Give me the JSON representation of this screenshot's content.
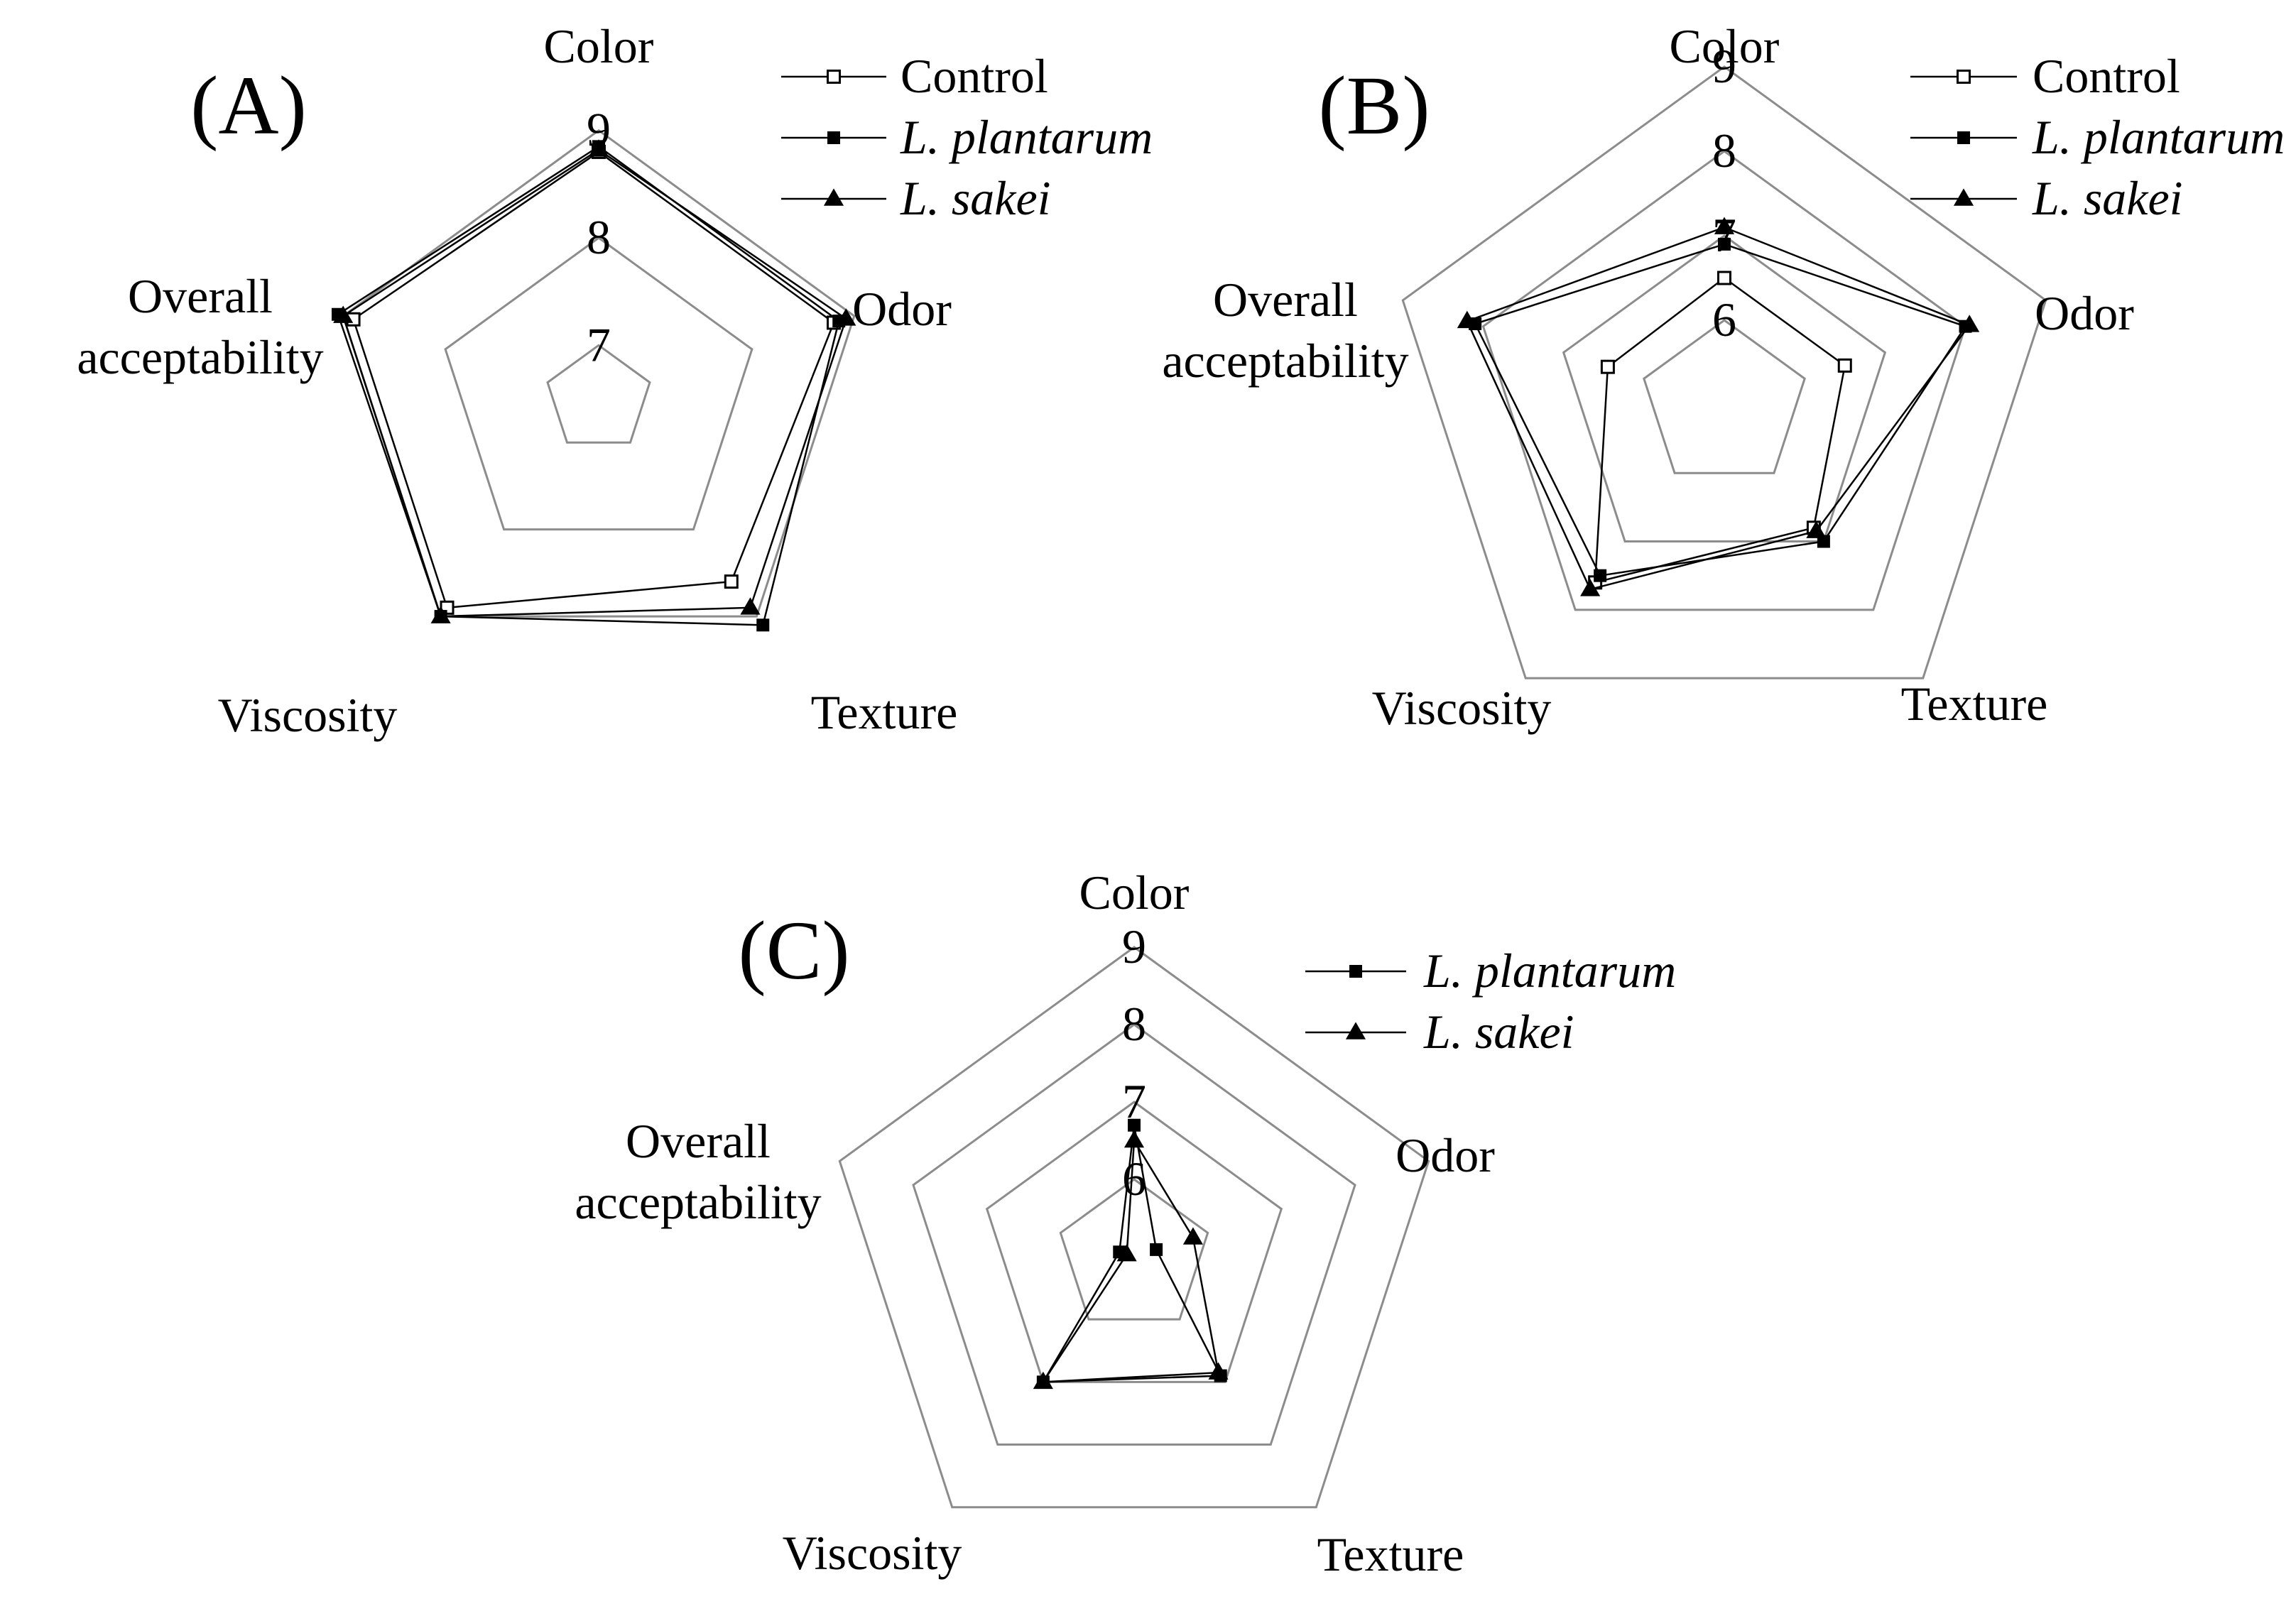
{
  "chart_data": [
    {
      "type": "radar",
      "title": "(A)",
      "axes": [
        "Color",
        "Odor",
        "Texture",
        "Viscosity",
        "Overall acceptability"
      ],
      "rlim": [
        6.5,
        9.5
      ],
      "grid_levels": [
        7,
        8,
        9
      ],
      "tick_labels": [
        "7",
        "8",
        "9"
      ],
      "legend_position": "top-right",
      "series": [
        {
          "name": "Control",
          "marker": "open-square",
          "values": [
            8.8,
            8.8,
            8.6,
            8.9,
            8.9
          ]
        },
        {
          "name": "L. plantarum",
          "marker": "filled-square",
          "values": [
            8.85,
            8.85,
            9.1,
            9.0,
            9.05
          ]
        },
        {
          "name": "L. sakei",
          "marker": "filled-triangle",
          "values": [
            8.82,
            8.92,
            8.9,
            9.0,
            9.0
          ]
        }
      ]
    },
    {
      "type": "radar",
      "title": "(B)",
      "axes": [
        "Color",
        "Odor",
        "Texture",
        "Viscosity",
        "Overall acceptability"
      ],
      "rlim": [
        5.0,
        9.0
      ],
      "grid_levels": [
        6,
        7,
        8,
        9
      ],
      "tick_labels": [
        "6",
        "7",
        "8",
        "9"
      ],
      "legend_position": "top-right",
      "series": [
        {
          "name": "Control",
          "marker": "open-square",
          "values": [
            6.5,
            6.5,
            6.8,
            7.6,
            6.45
          ]
        },
        {
          "name": "L. plantarum",
          "marker": "filled-square",
          "values": [
            6.9,
            8.0,
            7.0,
            7.5,
            8.1
          ]
        },
        {
          "name": "L. sakei",
          "marker": "filled-triangle",
          "values": [
            7.1,
            8.05,
            6.85,
            7.7,
            8.2
          ]
        }
      ]
    },
    {
      "type": "radar",
      "title": "(C)",
      "axes": [
        "Color",
        "Odor",
        "Texture",
        "Viscosity",
        "Overall acceptability"
      ],
      "rlim": [
        5.0,
        9.0
      ],
      "grid_levels": [
        6,
        7,
        8,
        9
      ],
      "tick_labels": [
        "6",
        "7",
        "8",
        "9"
      ],
      "legend_position": "top-right",
      "series": [
        {
          "name": "L. plantarum",
          "marker": "filled-square",
          "values": [
            6.7,
            5.3,
            6.9,
            7.0,
            5.2
          ]
        },
        {
          "name": "L. sakei",
          "marker": "filled-triangle",
          "values": [
            6.5,
            5.8,
            6.85,
            7.0,
            5.1
          ]
        }
      ]
    }
  ],
  "colors": {
    "grid": "#8c8c8c",
    "series": "#000000",
    "background": "#ffffff"
  }
}
